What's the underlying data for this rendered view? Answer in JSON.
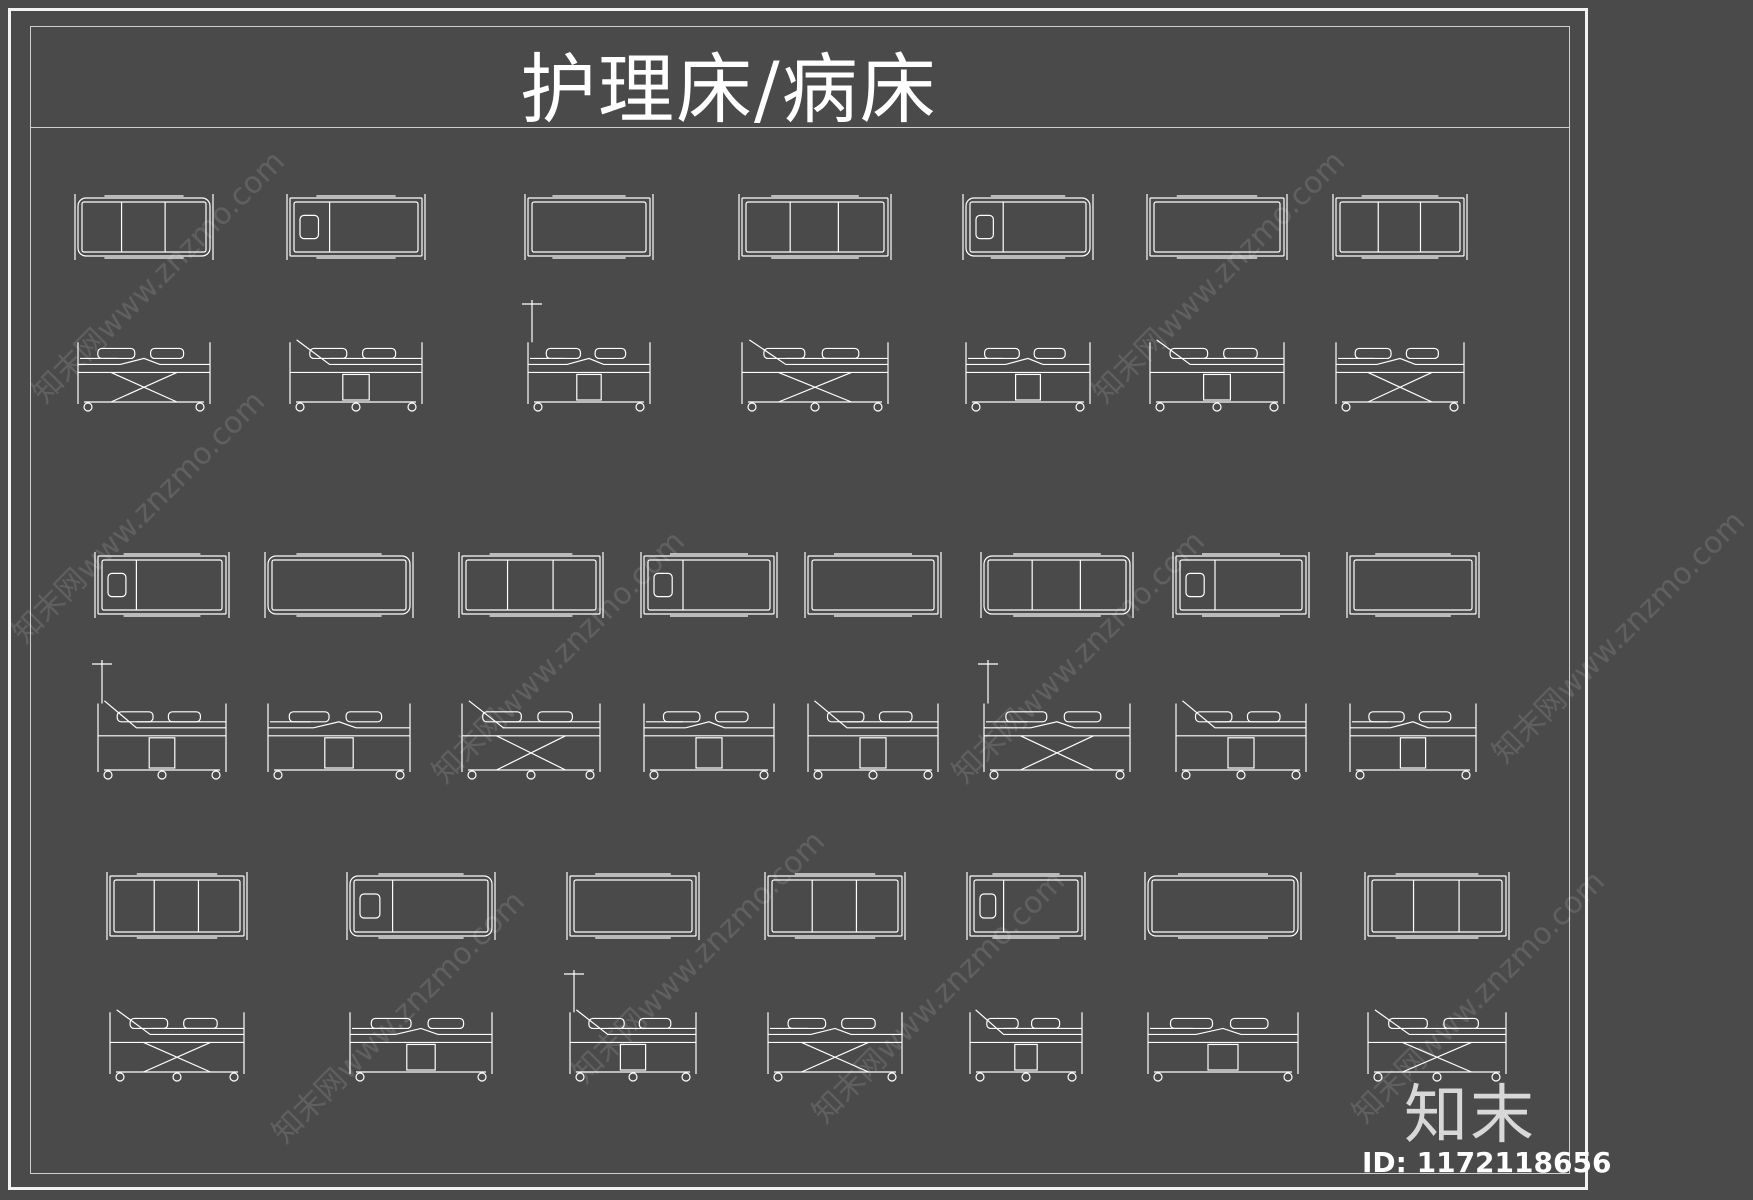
{
  "title": "护理床/病床",
  "watermark": "知末网www.znzmo.com",
  "logo": "知末",
  "image_id": "ID: 1172118656",
  "line_color": "#ffffff",
  "background_color": "#4a4a4a",
  "icons": [
    "hospital-bed-plan-icon",
    "hospital-bed-elevation-icon"
  ]
}
